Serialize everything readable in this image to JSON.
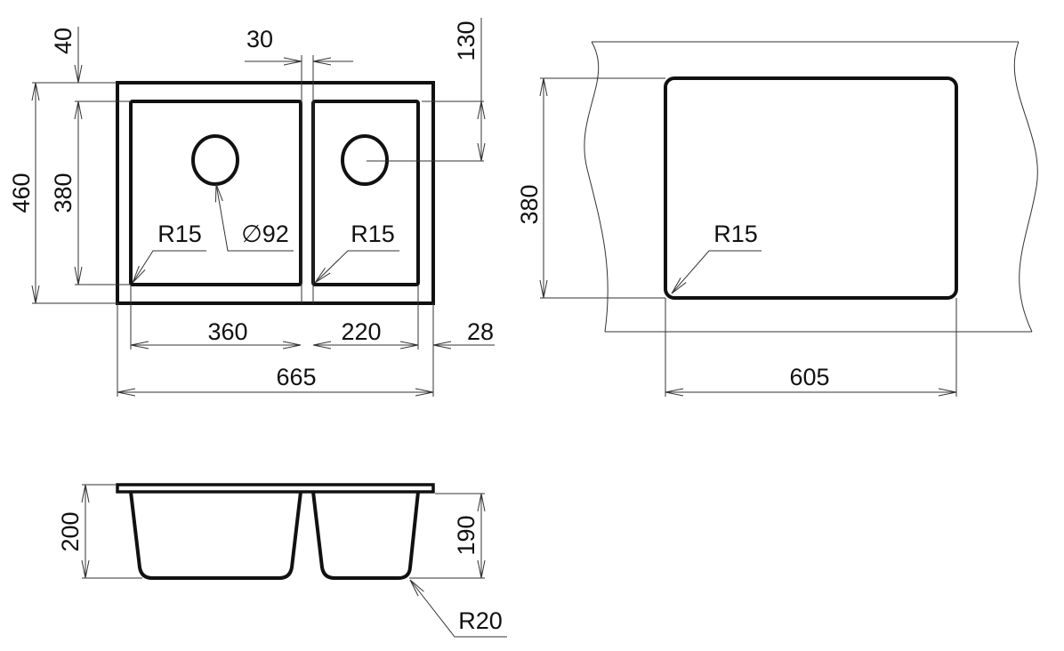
{
  "plan_view": {
    "overall_depth": "460",
    "bowl_depth": "380",
    "rim_top": "40",
    "divider": "30",
    "drain_offset": "130",
    "corner_radius_left": "R15",
    "corner_radius_right": "R15",
    "drain_diameter": "∅92",
    "left_bowl_width": "360",
    "right_bowl_width": "220",
    "rim_side": "28",
    "overall_width": "665"
  },
  "cutout_view": {
    "cutout_depth": "380",
    "corner_radius": "R15",
    "cutout_width": "605"
  },
  "section_view": {
    "overall_height": "200",
    "bowl_height": "190",
    "bottom_radius": "R20"
  }
}
